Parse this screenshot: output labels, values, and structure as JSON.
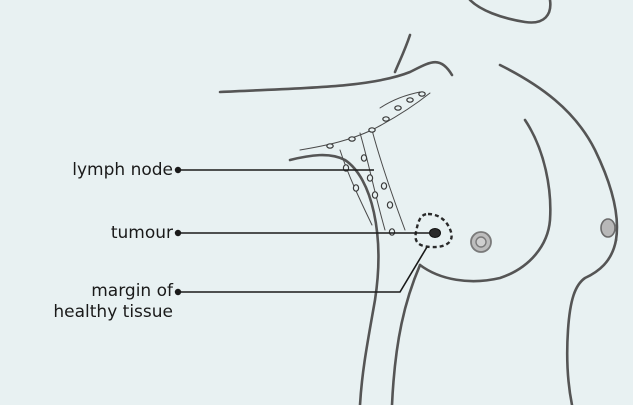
{
  "diagram": {
    "background": "#e8f1f2",
    "line_color": "#3a3a3a",
    "labels": {
      "lymph_node": "lymph node",
      "tumour": "tumour",
      "margin_line1": "margin of",
      "margin_line2": "healthy tissue"
    }
  }
}
